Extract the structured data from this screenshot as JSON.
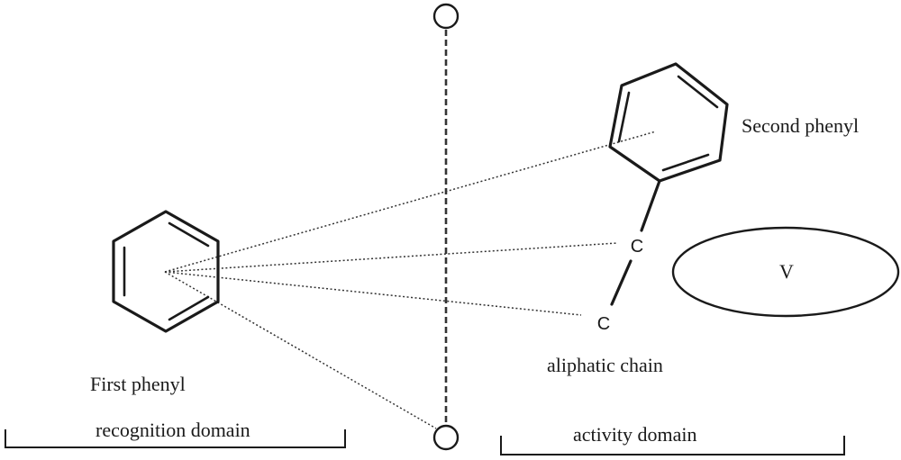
{
  "labels": {
    "second_phenyl": "Second phenyl",
    "first_phenyl": "First phenyl",
    "aliphatic_chain": "aliphatic chain",
    "carbon_upper": "C",
    "carbon_lower": "C",
    "site_v": "V",
    "recognition_domain": "recognition domain",
    "activity_domain": "activity domain"
  }
}
